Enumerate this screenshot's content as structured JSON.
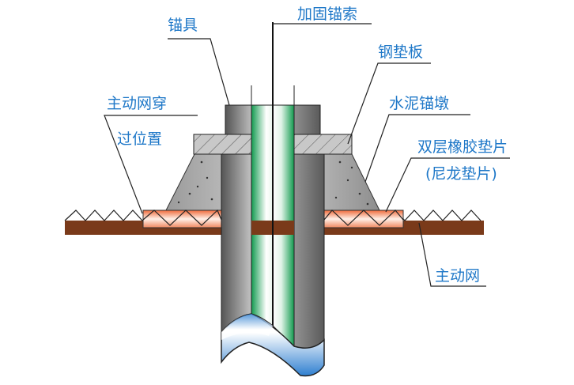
{
  "labels": {
    "anchor": "锚具",
    "reinforcing_cable": "加固锚索",
    "steel_plate": "钢垫板",
    "cement_pier": "水泥锚墩",
    "rubber_pad_line1": "双层橡胶垫片",
    "rubber_pad_line2": "(尼龙垫片)",
    "net_pass_line1": "主动网穿",
    "net_pass_line2": "过位置",
    "active_net": "主动网"
  },
  "colors": {
    "label_text": "#1f78c8",
    "ground": "#7a3a1a",
    "rubber_pad": "#f4a27e",
    "cable_green": "#1aa35a",
    "pipe_gray": "#8a8a8a",
    "concrete": "#b0b0b0",
    "water_blue": "#2f7fd0"
  }
}
